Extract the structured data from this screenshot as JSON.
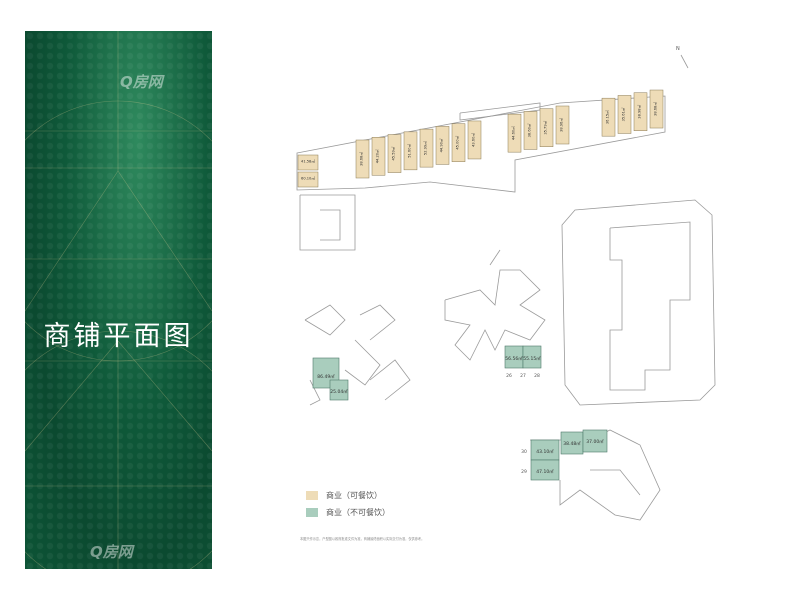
{
  "title": "商铺平面图",
  "watermark": "Q房网",
  "colors": {
    "dining": "#eedcb7",
    "non_dining": "#a9cdbd",
    "panel": "#0d5436",
    "line": "#9a9a9a"
  },
  "legend": [
    {
      "label": "商业（可餐饮）",
      "color": "#eedcb7"
    },
    {
      "label": "商业（不可餐饮）",
      "color": "#a9cdbd"
    }
  ],
  "units": {
    "top": [
      {
        "area": "41.58㎡",
        "type": "dining"
      },
      {
        "area": "60.10㎡",
        "type": "dining"
      },
      {
        "area": "38.68㎡",
        "type": "dining"
      },
      {
        "area": "44.20㎡",
        "type": "dining"
      },
      {
        "area": "45.59㎡",
        "type": "dining"
      },
      {
        "area": "51.60㎡",
        "type": "dining"
      },
      {
        "area": "52.99㎡",
        "type": "dining"
      },
      {
        "area": "44.90㎡",
        "type": "dining"
      },
      {
        "area": "45.00㎡",
        "type": "dining"
      },
      {
        "area": "43.60㎡",
        "type": "dining"
      },
      {
        "area": "44.60㎡",
        "type": "dining"
      },
      {
        "area": "38.60㎡",
        "type": "dining"
      },
      {
        "area": "35.79㎡",
        "type": "dining"
      },
      {
        "area": "38.96㎡",
        "type": "dining"
      },
      {
        "area": "36.15㎡",
        "type": "dining"
      },
      {
        "area": "35.61㎡",
        "type": "dining"
      },
      {
        "area": "38.98㎡",
        "type": "dining"
      },
      {
        "area": "38.68㎡",
        "type": "dining"
      }
    ],
    "left_block": [
      {
        "area": "86.49㎡",
        "type": "non_dining"
      },
      {
        "area": "25.04㎡",
        "type": "non_dining"
      }
    ],
    "middle_block": [
      {
        "area": "56.56㎡",
        "type": "non_dining"
      },
      {
        "area": "55.15㎡",
        "type": "non_dining"
      }
    ],
    "middle_numbers": [
      "26",
      "27",
      "28"
    ],
    "bottom_block": [
      {
        "area": "43.10㎡",
        "type": "non_dining"
      },
      {
        "area": "47.10㎡",
        "type": "non_dining"
      },
      {
        "area": "38.48㎡",
        "type": "non_dining"
      },
      {
        "area": "37.00㎡",
        "type": "non_dining"
      }
    ],
    "bottom_numbers": [
      "30",
      "29"
    ]
  },
  "north": "N",
  "footnote": "本图只作示意，户型图以政府批准文件为准，商铺最终面积以实际交付为准，仅供参考。"
}
